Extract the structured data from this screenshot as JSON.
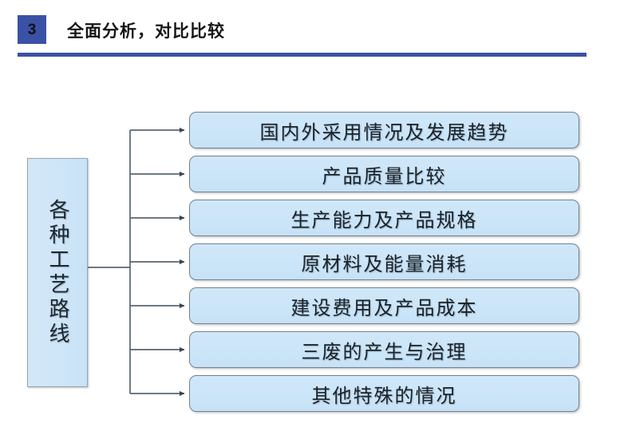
{
  "header": {
    "badge_number": "3",
    "title": "全面分析，对比比较",
    "accent_color": "#3a51a5"
  },
  "diagram": {
    "source": {
      "label": "各种工艺路线",
      "fill_color": "#cfe6f8",
      "border_color": "#9aa3ad"
    },
    "box_fill_color": "#cde6f9",
    "box_border_color": "#77808b",
    "connector_color": "#5a6670",
    "items": [
      {
        "label": "国内外采用情况及发展趋势"
      },
      {
        "label": "产品质量比较"
      },
      {
        "label": "生产能力及产品规格"
      },
      {
        "label": "原材料及能量消耗"
      },
      {
        "label": "建设费用及产品成本"
      },
      {
        "label": "三废的产生与治理"
      },
      {
        "label": "其他特殊的情况"
      }
    ]
  }
}
